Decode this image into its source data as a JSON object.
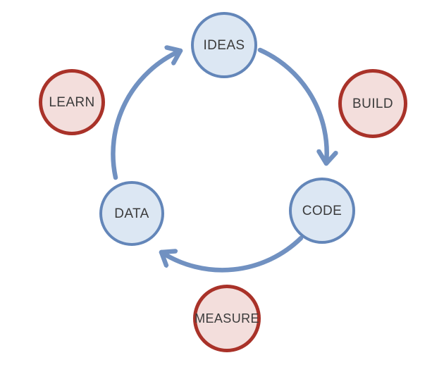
{
  "diagram": {
    "type": "cycle",
    "inner_nodes": {
      "ideas": {
        "label": "IDEAS"
      },
      "code": {
        "label": "CODE"
      },
      "data": {
        "label": "DATA"
      }
    },
    "outer_nodes": {
      "learn": {
        "label": "LEARN"
      },
      "build": {
        "label": "BUILD"
      },
      "measure": {
        "label": "MEASURE"
      }
    },
    "arrows": [
      {
        "from": "IDEAS",
        "to": "CODE"
      },
      {
        "from": "CODE",
        "to": "DATA"
      },
      {
        "from": "DATA",
        "to": "IDEAS"
      }
    ],
    "colors": {
      "inner_fill": "#dce7f3",
      "inner_border": "#6386b9",
      "outer_fill": "#f3dedc",
      "outer_border": "#a93229",
      "arrow_stroke": "#7191c1",
      "label_text": "#3b3b3b",
      "background": "#ffffff"
    }
  }
}
